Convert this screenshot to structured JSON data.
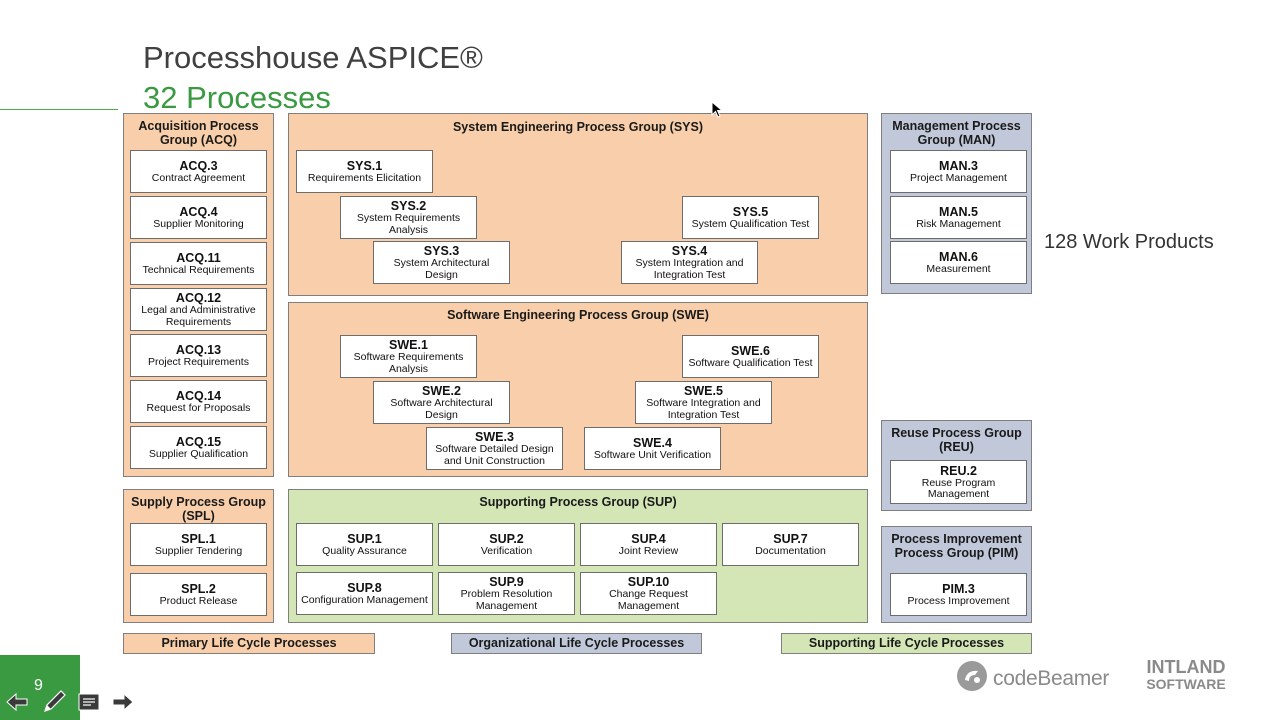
{
  "slide": {
    "title": "Processhouse ASPICE®",
    "subtitle": "32 Processes",
    "work_products": "128 Work Products",
    "page_number": "9"
  },
  "groups": {
    "acq": {
      "title": "Acquisition Process Group (ACQ)",
      "processes": [
        {
          "id": "ACQ.3",
          "name": "Contract Agreement"
        },
        {
          "id": "ACQ.4",
          "name": "Supplier Monitoring"
        },
        {
          "id": "ACQ.11",
          "name": "Technical Requirements"
        },
        {
          "id": "ACQ.12",
          "name": "Legal and Administrative Requirements"
        },
        {
          "id": "ACQ.13",
          "name": "Project Requirements"
        },
        {
          "id": "ACQ.14",
          "name": "Request for Proposals"
        },
        {
          "id": "ACQ.15",
          "name": "Supplier Qualification"
        }
      ]
    },
    "sys": {
      "title": "System Engineering Process Group (SYS)",
      "processes": [
        {
          "id": "SYS.1",
          "name": "Requirements Elicitation"
        },
        {
          "id": "SYS.2",
          "name": "System Requirements Analysis"
        },
        {
          "id": "SYS.3",
          "name": "System Architectural Design"
        },
        {
          "id": "SYS.4",
          "name": "System Integration and Integration Test"
        },
        {
          "id": "SYS.5",
          "name": "System Qualification Test"
        }
      ]
    },
    "swe": {
      "title": "Software Engineering Process Group (SWE)",
      "processes": [
        {
          "id": "SWE.1",
          "name": "Software Requirements Analysis"
        },
        {
          "id": "SWE.2",
          "name": "Software Architectural Design"
        },
        {
          "id": "SWE.3",
          "name": "Software Detailed Design and Unit Construction"
        },
        {
          "id": "SWE.4",
          "name": "Software Unit Verification"
        },
        {
          "id": "SWE.5",
          "name": "Software Integration and Integration Test"
        },
        {
          "id": "SWE.6",
          "name": "Software Qualification Test"
        }
      ]
    },
    "man": {
      "title": "Management Process Group (MAN)",
      "processes": [
        {
          "id": "MAN.3",
          "name": "Project Management"
        },
        {
          "id": "MAN.5",
          "name": "Risk Management"
        },
        {
          "id": "MAN.6",
          "name": "Measurement"
        }
      ]
    },
    "reu": {
      "title": "Reuse Process Group (REU)",
      "processes": [
        {
          "id": "REU.2",
          "name": "Reuse Program Management"
        }
      ]
    },
    "pim": {
      "title": "Process Improvement Process Group (PIM)",
      "processes": [
        {
          "id": "PIM.3",
          "name": "Process Improvement"
        }
      ]
    },
    "spl": {
      "title": "Supply Process Group (SPL)",
      "processes": [
        {
          "id": "SPL.1",
          "name": "Supplier Tendering"
        },
        {
          "id": "SPL.2",
          "name": "Product Release"
        }
      ]
    },
    "sup": {
      "title": "Supporting Process Group (SUP)",
      "processes": [
        {
          "id": "SUP.1",
          "name": "Quality Assurance"
        },
        {
          "id": "SUP.2",
          "name": "Verification"
        },
        {
          "id": "SUP.4",
          "name": "Joint Review"
        },
        {
          "id": "SUP.7",
          "name": "Documentation"
        },
        {
          "id": "SUP.8",
          "name": "Configuration Management"
        },
        {
          "id": "SUP.9",
          "name": "Problem Resolution Management"
        },
        {
          "id": "SUP.10",
          "name": "Change Request Management"
        }
      ]
    }
  },
  "legend": {
    "primary": "Primary Life Cycle Processes",
    "organizational": "Organizational Life Cycle Processes",
    "supporting": "Supporting Life Cycle Processes"
  },
  "logos": {
    "codebeamer": "codeBeamer",
    "intland_line1": "INTLAND",
    "intland_line2": "SOFTWARE"
  },
  "colors": {
    "accent_green": "#3a9a42",
    "primary_group": "#f8cfaa",
    "organizational_group": "#c1c8d9",
    "supporting_group": "#d4e5b6"
  },
  "icons": [
    "back-arrow-icon",
    "pen-icon",
    "notes-icon",
    "forward-arrow-icon",
    "codebeamer-logo-icon"
  ]
}
